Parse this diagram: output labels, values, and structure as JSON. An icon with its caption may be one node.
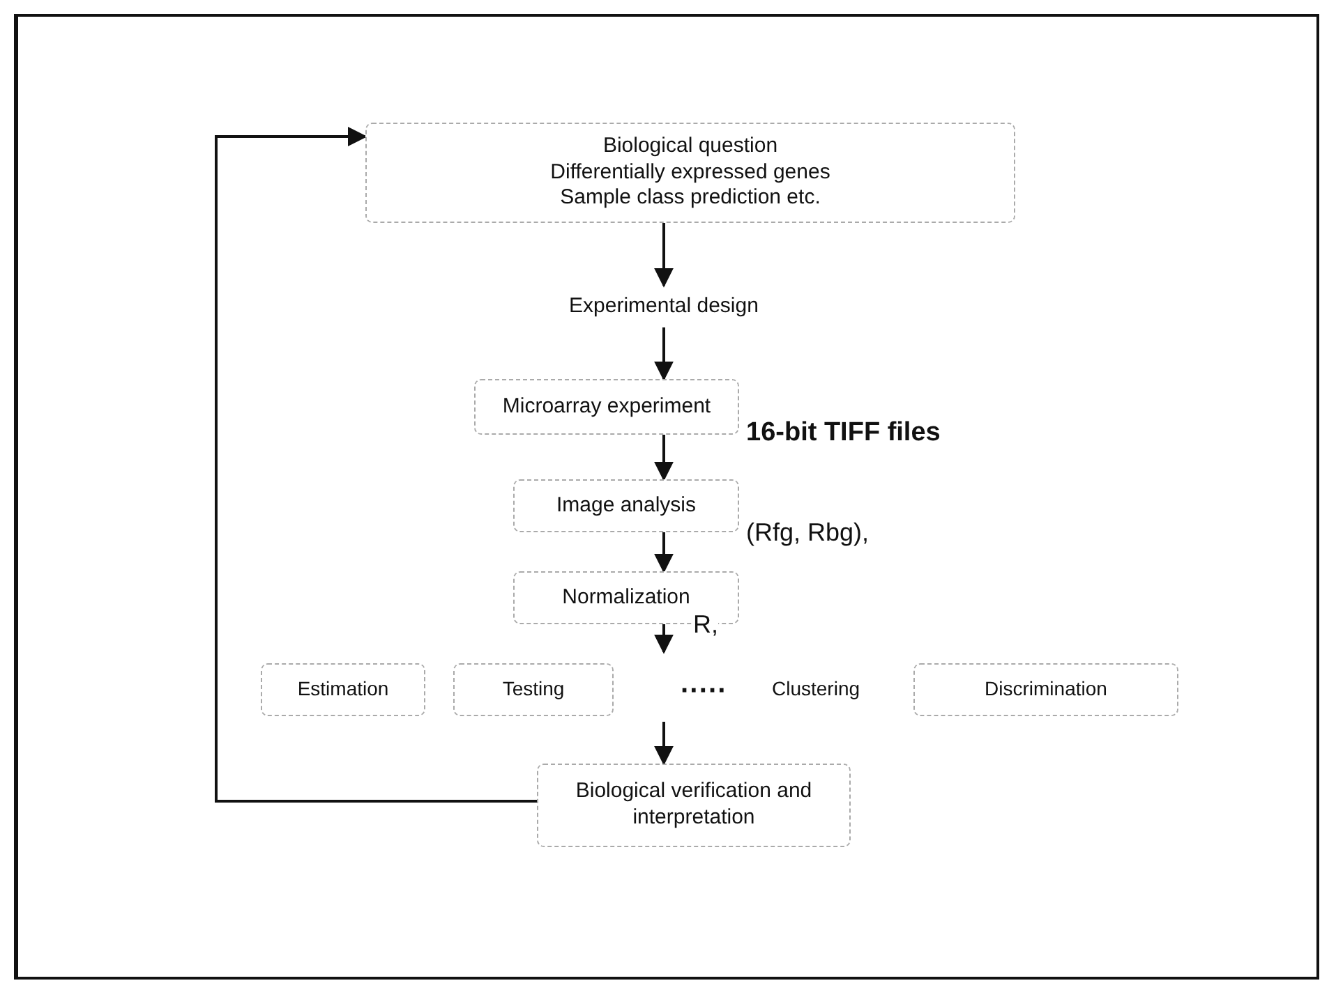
{
  "diagram": {
    "nodes": [
      {
        "text": [
          "Biological question",
          "Differentially expressed genes",
          "Sample class prediction etc."
        ]
      },
      {
        "text": [
          "Experimental design"
        ]
      },
      {
        "text": [
          "Microarray experiment"
        ]
      },
      {
        "text": [
          "Image analysis"
        ]
      },
      {
        "text": [
          "Normalization"
        ]
      },
      {
        "text": [
          "Estimation"
        ]
      },
      {
        "text": [
          "Testing"
        ]
      },
      {
        "text": [
          "Clustering"
        ]
      },
      {
        "text": [
          "Discrimination"
        ]
      },
      {
        "text": [
          "Biological verification and interpretation"
        ]
      }
    ],
    "edges": [
      {
        "from": 0,
        "to": 1,
        "arrow": "to"
      },
      {
        "from": 1,
        "to": 2,
        "arrow": "to"
      },
      {
        "from": 2,
        "to": 3,
        "arrow": "to",
        "label": "16-bit TIFF files"
      },
      {
        "from": 3,
        "to": 4,
        "arrow": "to",
        "label": "(Rfg, Rbg),"
      },
      {
        "from": 4,
        "to": null,
        "arrow": "to",
        "label": "R,"
      },
      {
        "from": null,
        "to": 9,
        "arrow": "to"
      },
      {
        "from": 9,
        "to": 0,
        "arrow": "to"
      }
    ],
    "labels": [
      "·····"
    ]
  }
}
